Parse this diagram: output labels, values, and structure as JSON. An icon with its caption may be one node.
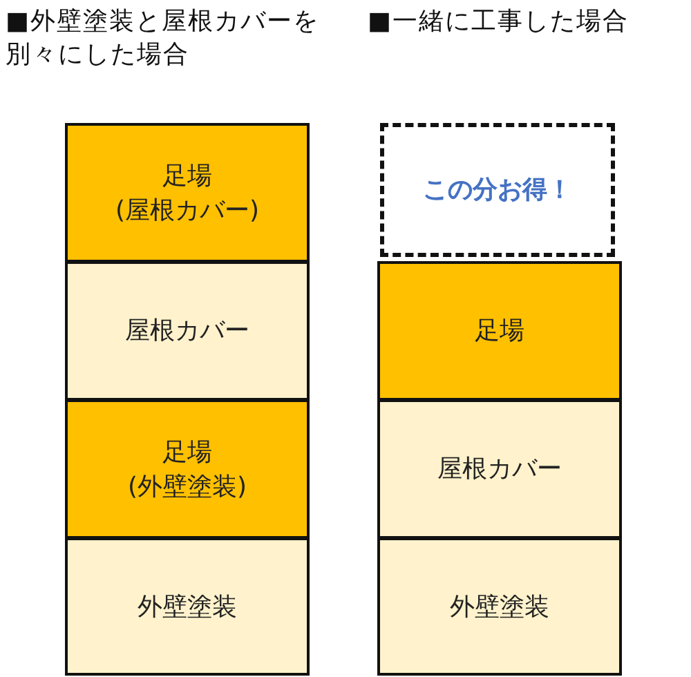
{
  "diagram": {
    "nodes": [
      {
        "text": [
          "足場",
          "(屋根カバー)"
        ]
      },
      {
        "text": [
          "屋根カバー"
        ]
      },
      {
        "text": [
          "足場",
          "(外壁塗装)"
        ]
      },
      {
        "text": [
          "外壁塗装"
        ]
      },
      {
        "text": [
          "この分お得！"
        ]
      },
      {
        "text": [
          "足場"
        ]
      },
      {
        "text": [
          "屋根カバー"
        ]
      },
      {
        "text": [
          "外壁塗装"
        ]
      }
    ],
    "labels": [
      "■外壁塗装と屋根カバーを別々にした場合",
      "■一緒に工事した場合"
    ]
  }
}
